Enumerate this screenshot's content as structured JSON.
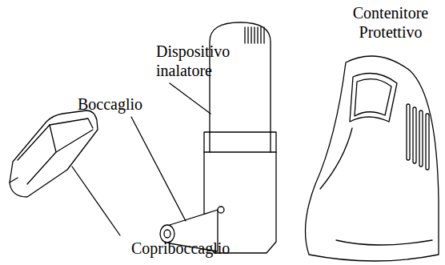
{
  "diagram": {
    "labels": [
      "Dispositivo inalatore",
      "Contenitore Protettivo",
      "Boccaglio",
      "Copriboccaglio"
    ]
  }
}
